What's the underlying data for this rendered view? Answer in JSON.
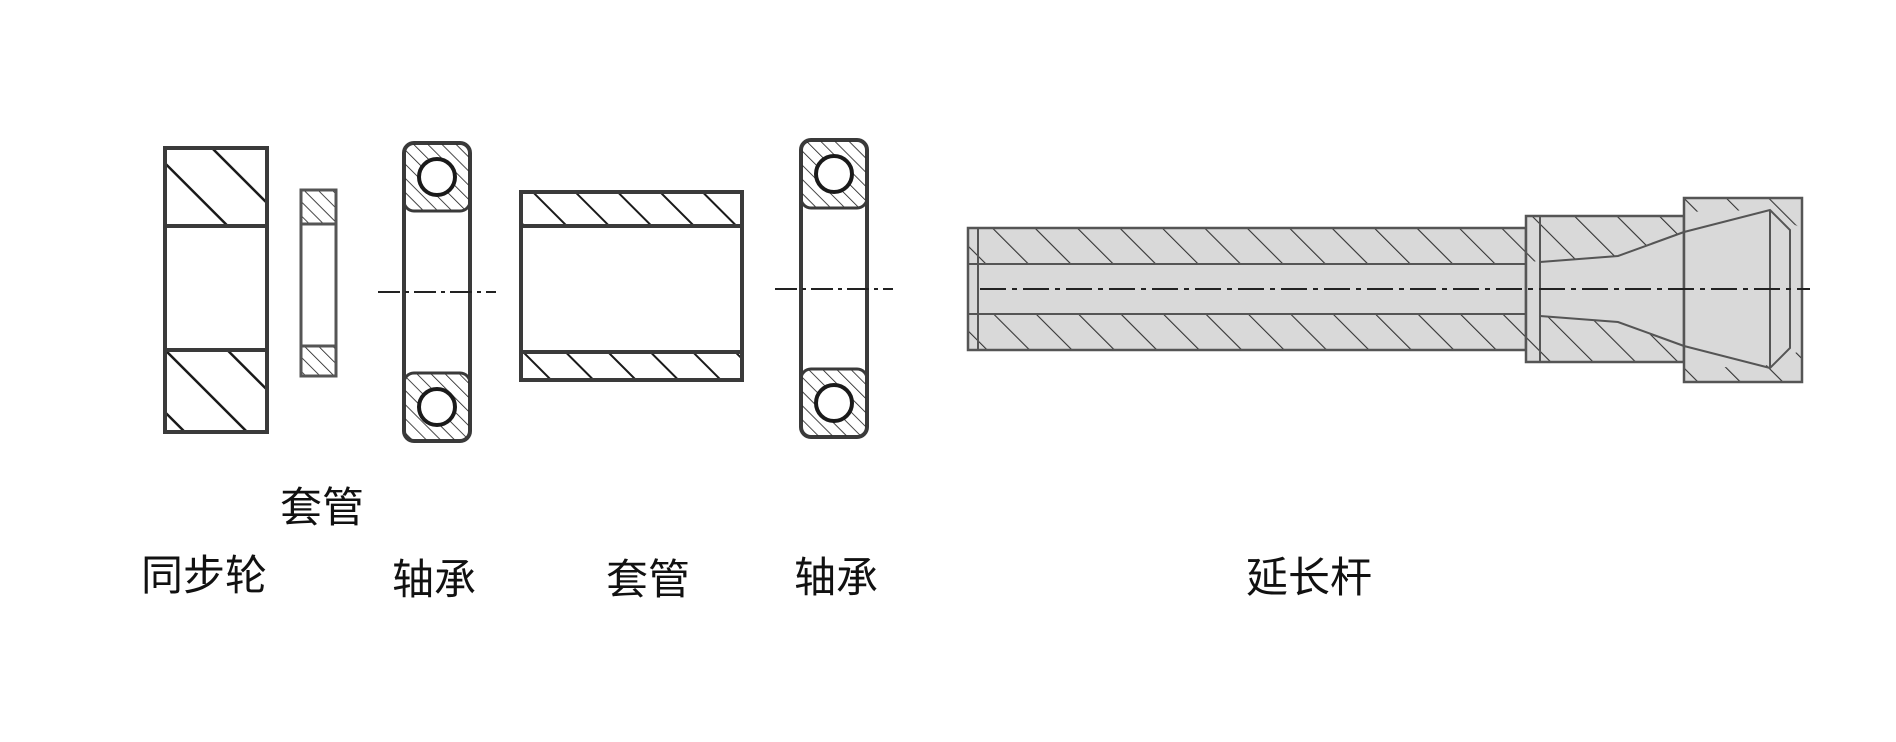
{
  "labels": {
    "sync_wheel": "同步轮",
    "sleeve_small": "套管",
    "bearing_left": "轴承",
    "sleeve_large": "套管",
    "bearing_right": "轴承",
    "extension_rod": "延长杆"
  },
  "colors": {
    "stroke": "#3a3a3a",
    "hatch": "#1a1a1a",
    "rod_fill": "#d9d9d9",
    "ball_fill": "#ffffff",
    "centerline": "#222222"
  }
}
